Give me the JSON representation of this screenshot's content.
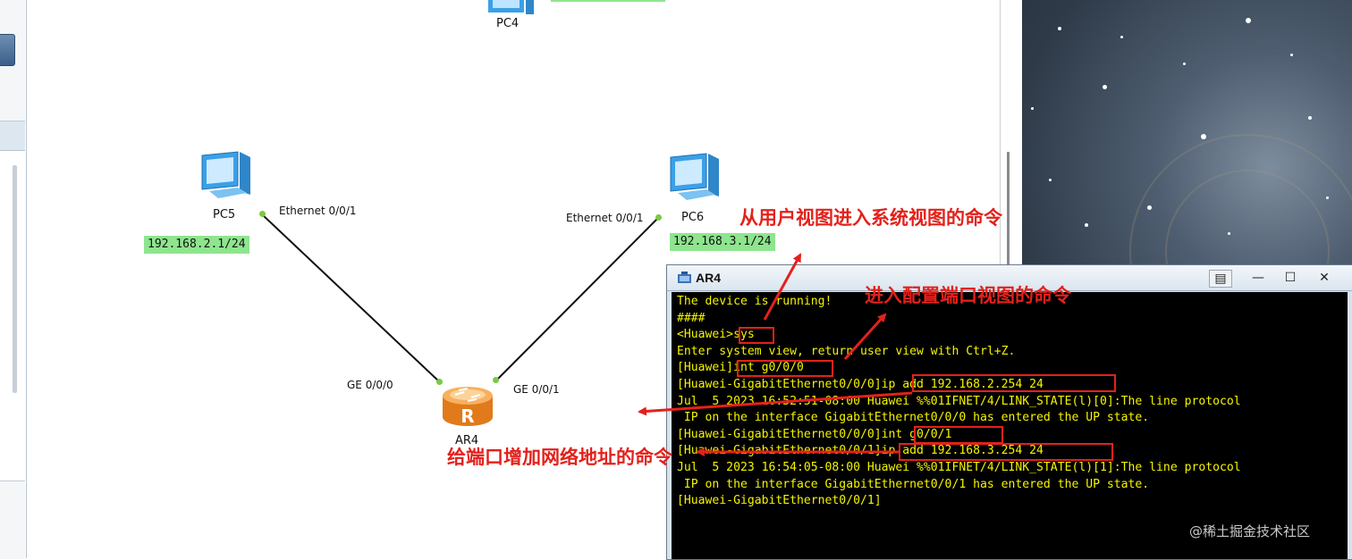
{
  "topology": {
    "nodes": {
      "pc4": {
        "label": "PC4"
      },
      "pc5": {
        "label": "PC5",
        "ip": "192.168.2.1/24",
        "port": "Ethernet 0/0/1"
      },
      "pc6": {
        "label": "PC6",
        "ip": "192.168.3.1/24",
        "port": "Ethernet 0/0/1"
      },
      "router": {
        "label": "AR4",
        "port_left": "GE 0/0/0",
        "port_right": "GE 0/0/1",
        "icon_letter": "R"
      }
    }
  },
  "terminal": {
    "title": "AR4",
    "lines": [
      "The device is running!",
      "####",
      "<Huawei>sys",
      "Enter system view, return user view with Ctrl+Z.",
      "[Huawei]int g0/0/0",
      "[Huawei-GigabitEthernet0/0/0]ip add 192.168.2.254 24",
      "Jul  5 2023 16:52:51-08:00 Huawei %%01IFNET/4/LINK_STATE(l)[0]:The line protocol",
      " IP on the interface GigabitEthernet0/0/0 has entered the UP state.",
      "[Huawei-GigabitEthernet0/0/0]int g0/0/1",
      "[Huawei-GigabitEthernet0/0/1]ip add 192.168.3.254 24",
      "Jul  5 2023 16:54:05-08:00 Huawei %%01IFNET/4/LINK_STATE(l)[1]:The line protocol",
      " IP on the interface GigabitEthernet0/0/1 has entered the UP state.",
      "[Huawei-GigabitEthernet0/0/1]"
    ],
    "text_color": "#f4f400",
    "background": "#000000"
  },
  "annotations": {
    "sys_view": "从用户视图进入系统视图的命令",
    "int_view": "进入配置端口视图的命令",
    "ip_add": "给端口增加网络地址的命令",
    "color": "#e3211b"
  },
  "watermark": "@稀土掘金技术社区",
  "colors": {
    "ip_label_bg": "#8ee58e",
    "link": "#111111",
    "port_dot": "#7ac943",
    "pc_blue": "#3aa0e8",
    "router_orange": "#f08a24"
  }
}
